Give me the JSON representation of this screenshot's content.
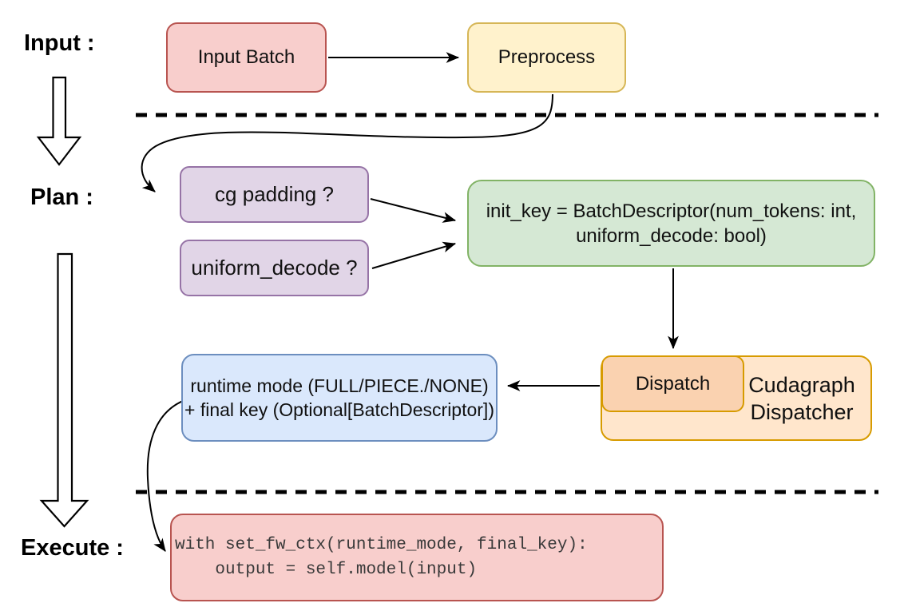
{
  "canvas": {
    "background": "#ffffff"
  },
  "labels": {
    "input": "Input :",
    "plan": "Plan :",
    "execute": "Execute :"
  },
  "nodes": {
    "input_batch": {
      "label": "Input Batch",
      "fill": "#f8cecc",
      "stroke": "#b85450"
    },
    "preprocess": {
      "label": "Preprocess",
      "fill": "#fff2cc",
      "stroke": "#d6b656"
    },
    "cg_padding": {
      "label": "cg padding ?",
      "fill": "#e1d5e7",
      "stroke": "#9673a6"
    },
    "uniform_decode": {
      "label": "uniform_decode ?",
      "fill": "#e1d5e7",
      "stroke": "#9673a6"
    },
    "init_key": {
      "lines": [
        "init_key = BatchDescriptor(num_tokens: int,",
        "uniform_decode: bool)"
      ],
      "fill": "#d5e8d4",
      "stroke": "#82b366"
    },
    "dispatch": {
      "label": "Dispatch",
      "fill": "#fad2b0",
      "stroke": "#d79b00"
    },
    "cudagraph_dispatcher": {
      "lines": [
        "Cudagraph",
        "Dispatcher"
      ],
      "fill": "#ffe6cc",
      "stroke": "#d79b00"
    },
    "runtime_mode": {
      "lines": [
        "runtime mode (FULL/PIECE./NONE)",
        "+ final key (Optional[BatchDescriptor])"
      ],
      "fill": "#dae8fc",
      "stroke": "#6c8ebf"
    },
    "execute_code": {
      "lines": [
        "with set_fw_ctx(runtime_mode, final_key):",
        "    output = self.model(input)"
      ],
      "fill": "#f8cecc",
      "stroke": "#b85450"
    }
  },
  "connector_color": "#000000"
}
